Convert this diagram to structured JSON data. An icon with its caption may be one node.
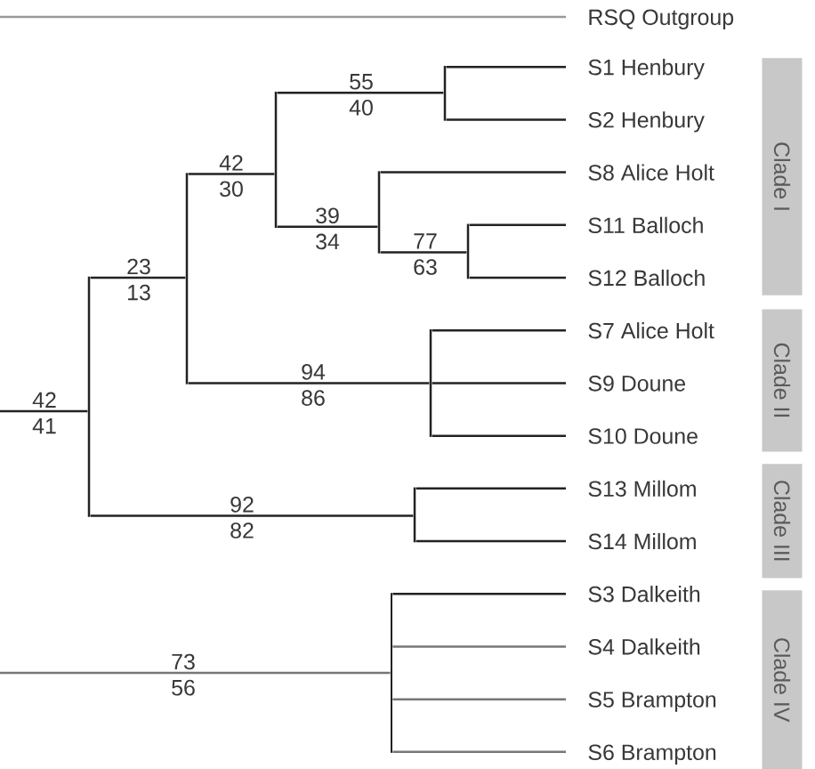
{
  "diagram": {
    "nodes": [
      {
        "text": [
          "RSQ Outgroup"
        ]
      },
      {
        "text": [
          "S1 Henbury"
        ]
      },
      {
        "text": [
          "S2 Henbury"
        ]
      },
      {
        "text": [
          "S8 Alice Holt"
        ]
      },
      {
        "text": [
          "S11 Balloch"
        ]
      },
      {
        "text": [
          "S12 Balloch"
        ]
      },
      {
        "text": [
          "S7 Alice Holt"
        ]
      },
      {
        "text": [
          "S9 Doune"
        ]
      },
      {
        "text": [
          "S10 Doune"
        ]
      },
      {
        "text": [
          "S13 Millom"
        ]
      },
      {
        "text": [
          "S14 Millom"
        ]
      },
      {
        "text": [
          "S3 Dalkeith"
        ]
      },
      {
        "text": [
          "S4 Dalkeith"
        ]
      },
      {
        "text": [
          "S5 Brampton"
        ]
      },
      {
        "text": [
          "S6 Brampton"
        ]
      },
      {
        "text": [
          "Clade I"
        ]
      },
      {
        "text": [
          "Clade II"
        ]
      },
      {
        "text": [
          "Clade III"
        ]
      },
      {
        "text": [
          "Clade IV"
        ]
      },
      {
        "text": [],
        "shape": "bar"
      },
      {
        "text": [],
        "shape": "bar"
      },
      {
        "text": [],
        "shape": "bar"
      },
      {
        "text": [],
        "shape": "bar"
      },
      {
        "text": [],
        "shape": "bar"
      },
      {
        "text": [],
        "shape": "bar"
      },
      {
        "text": [],
        "shape": "bar"
      },
      {
        "text": [],
        "shape": "bar"
      },
      {
        "text": [],
        "shape": "bar"
      }
    ],
    "edges": [
      {
        "from": null,
        "to": 0,
        "arrow": "none",
        "color": "#999999"
      },
      {
        "from": null,
        "to": 19,
        "arrow": "none"
      },
      {
        "from": 19,
        "to": 20,
        "arrow": "none"
      },
      {
        "from": 20,
        "to": 21,
        "arrow": "none"
      },
      {
        "from": 21,
        "to": 22,
        "arrow": "none"
      },
      {
        "from": 22,
        "to": 1,
        "arrow": "none"
      },
      {
        "from": 22,
        "to": 2,
        "arrow": "none"
      },
      {
        "from": 21,
        "to": 23,
        "arrow": "none"
      },
      {
        "from": 23,
        "to": 3,
        "arrow": "none"
      },
      {
        "from": 23,
        "to": 24,
        "arrow": "none"
      },
      {
        "from": 24,
        "to": 4,
        "arrow": "none"
      },
      {
        "from": 24,
        "to": 5,
        "arrow": "none"
      },
      {
        "from": 20,
        "to": 25,
        "arrow": "none"
      },
      {
        "from": 25,
        "to": 6,
        "arrow": "none"
      },
      {
        "from": 25,
        "to": 7,
        "arrow": "none"
      },
      {
        "from": 25,
        "to": 8,
        "arrow": "none"
      },
      {
        "from": 19,
        "to": 26,
        "arrow": "none"
      },
      {
        "from": 26,
        "to": 9,
        "arrow": "none"
      },
      {
        "from": 26,
        "to": 10,
        "arrow": "none"
      },
      {
        "from": null,
        "to": 27,
        "arrow": "none",
        "color": "#777777"
      },
      {
        "from": 27,
        "to": 11,
        "arrow": "none"
      },
      {
        "from": 27,
        "to": 12,
        "arrow": "none",
        "color": "#777777"
      },
      {
        "from": 27,
        "to": 13,
        "arrow": "none",
        "color": "#777777"
      },
      {
        "from": 27,
        "to": 14,
        "arrow": "none",
        "color": "#777777"
      }
    ],
    "labels": [
      "55",
      "40",
      "42",
      "30",
      "39",
      "34",
      "77",
      "63",
      "23",
      "13",
      "94",
      "86",
      "42",
      "41",
      "92",
      "82",
      "73",
      "56"
    ]
  }
}
